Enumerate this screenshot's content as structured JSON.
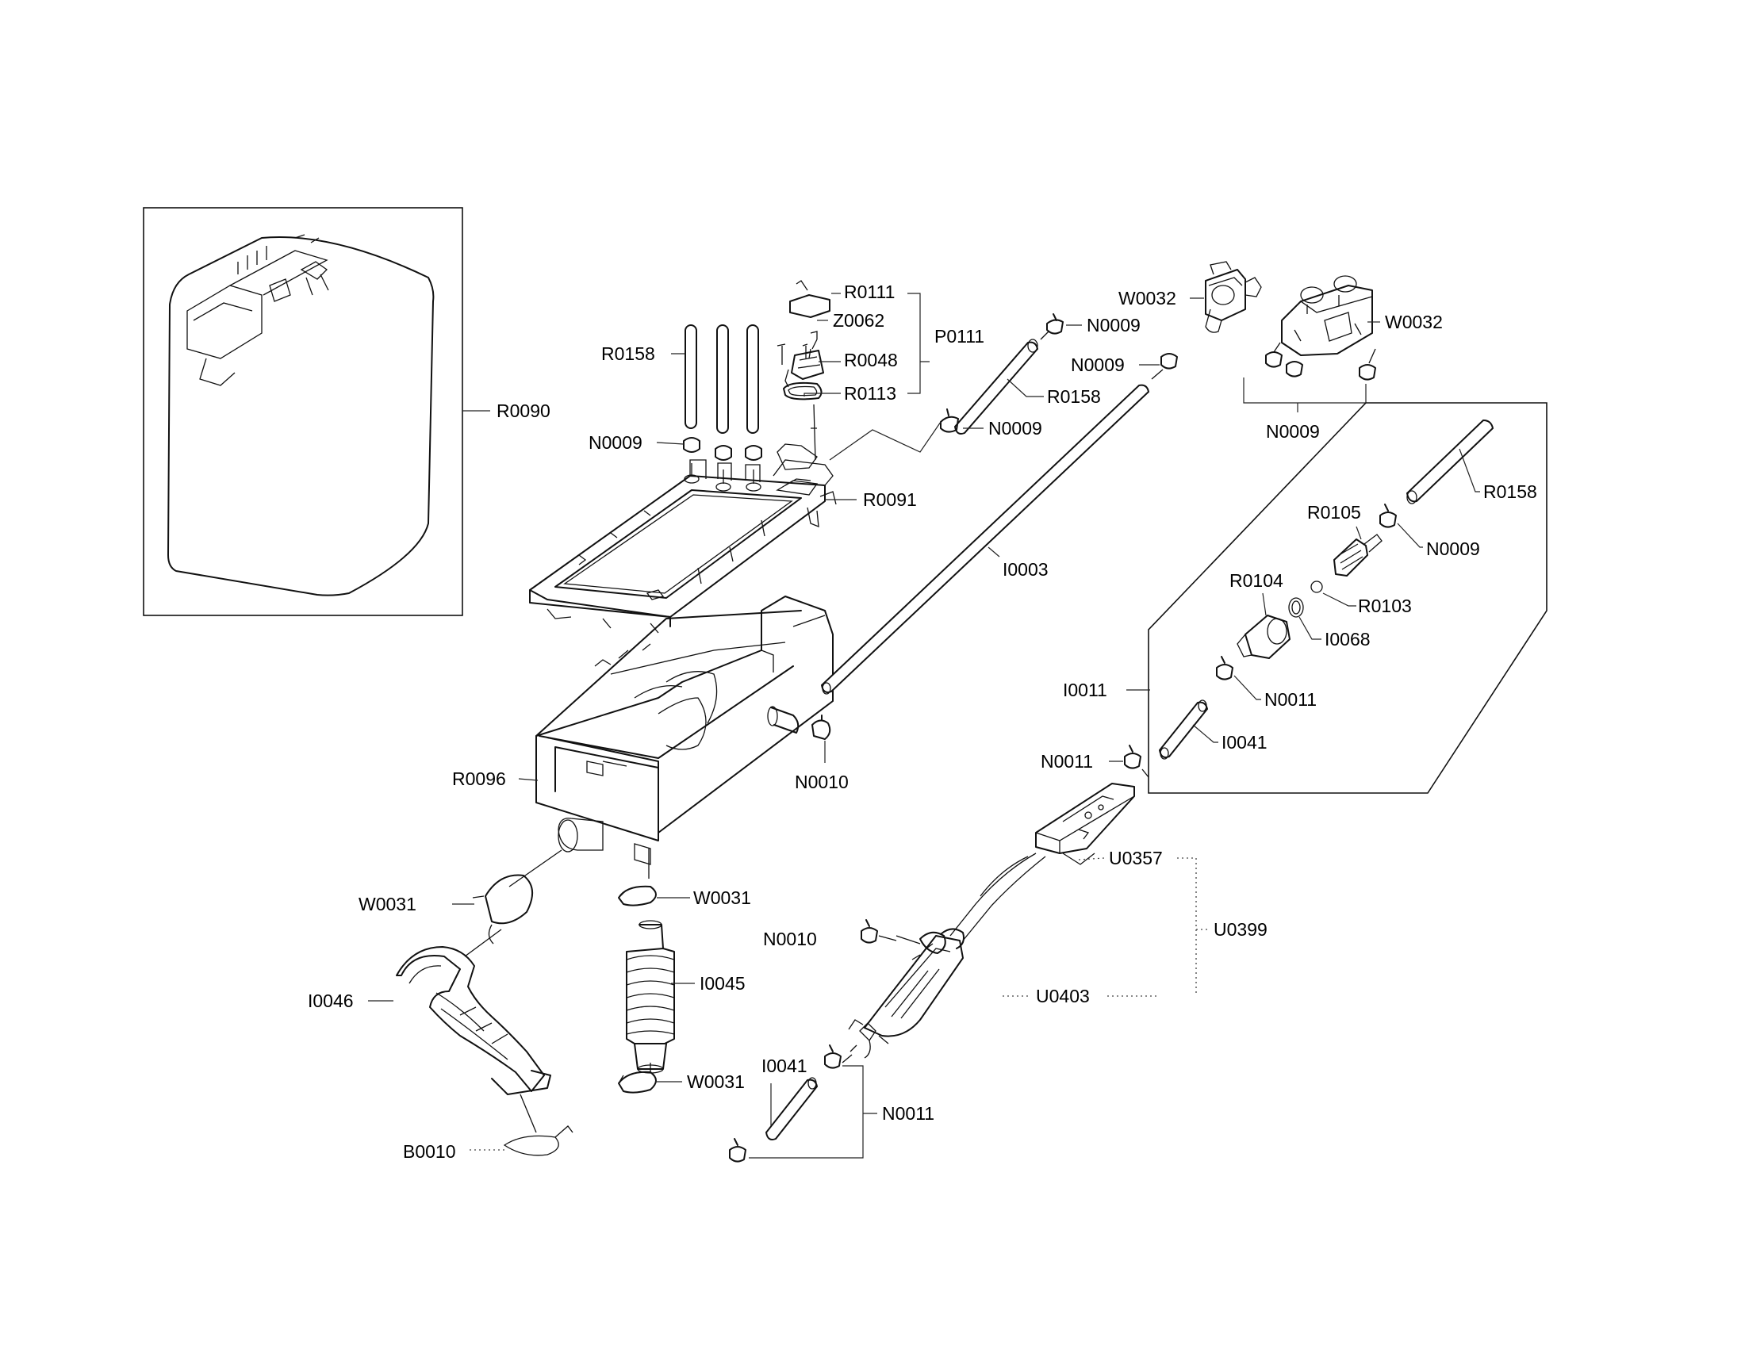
{
  "labels": {
    "R0090": "R0090",
    "R0111": "R0111",
    "Z0062": "Z0062",
    "P0111": "P0111",
    "R0048": "R0048",
    "R0113": "R0113",
    "R0158_a": "R0158",
    "N0009_a": "N0009",
    "R0091": "R0091",
    "R0096": "R0096",
    "N0010_a": "N0010",
    "W0031_a": "W0031",
    "W0031_b": "W0031",
    "W0031_c": "W0031",
    "I0046": "I0046",
    "I0045": "I0045",
    "B0010": "B0010",
    "N0009_b": "N0009",
    "R0158_b": "R0158",
    "N0009_c": "N0009",
    "N0009_d": "N0009",
    "W0032_a": "W0032",
    "W0032_b": "W0032",
    "N0009_e": "N0009",
    "I0003": "I0003",
    "R0158_c": "R0158",
    "R0105": "R0105",
    "N0009_f": "N0009",
    "R0104": "R0104",
    "R0103": "R0103",
    "I0068": "I0068",
    "I0011": "I0011",
    "N0011_a": "N0011",
    "I0041_a": "I0041",
    "N0011_b": "N0011",
    "U0357": "U0357",
    "U0399": "U0399",
    "U0403": "U0403",
    "N0010_b": "N0010",
    "I0041_b": "I0041",
    "N0011_c": "N0011"
  }
}
